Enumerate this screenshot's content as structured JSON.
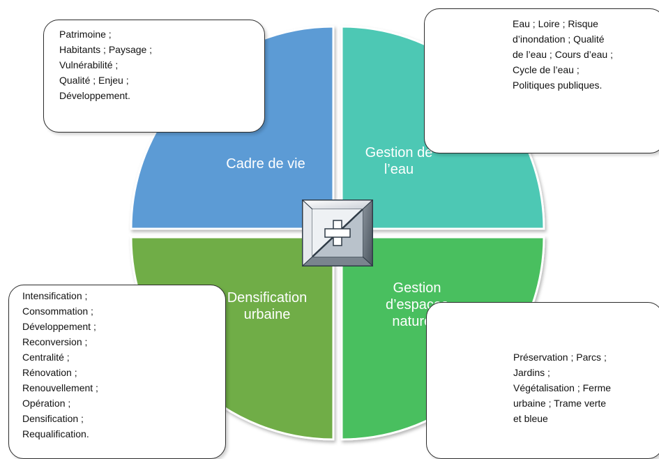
{
  "diagram": {
    "quadrants": [
      {
        "id": "top-left",
        "title_lines": [
          "Cadre de vie"
        ],
        "color": "#5b9bd5"
      },
      {
        "id": "top-right",
        "title_lines": [
          "Gestion de",
          "l’eau"
        ],
        "color": "#4ec8b4"
      },
      {
        "id": "bottom-left",
        "title_lines": [
          "Densification",
          "urbaine"
        ],
        "color": "#70ad47"
      },
      {
        "id": "bottom-right",
        "title_lines": [
          "Gestion",
          "d’espaces",
          "naturels"
        ],
        "color": "#48bf5f"
      }
    ],
    "keyword_boxes": [
      {
        "id": "top-left",
        "lines": [
          "Patrimoine ;",
          "Habitants ; Paysage ;",
          "Vulnérabilité ;",
          "Qualité ; Enjeu ;",
          "Développement."
        ]
      },
      {
        "id": "top-right",
        "lines": [
          "Eau ; Loire ; Risque",
          "d’inondation ; Qualité",
          "de l’eau ; Cours d’eau ;",
          "Cycle de l’eau ;",
          "Politiques publiques."
        ]
      },
      {
        "id": "bottom-left",
        "lines": [
          "Intensification ;",
          "Consommation ;",
          "Développement ;",
          "Reconversion ;",
          "Centralité ;",
          "Rénovation ;",
          "Renouvellement ;",
          "Opération ;",
          "Densification ;",
          "Requalification."
        ]
      },
      {
        "id": "bottom-right",
        "lines": [
          "Préservation ; Parcs ;",
          "Jardins ;",
          "Végétalisation ; Ferme",
          "urbaine ; Trame verte",
          "et bleue"
        ]
      }
    ],
    "center_icon": "bevel-square-plus-icon"
  }
}
